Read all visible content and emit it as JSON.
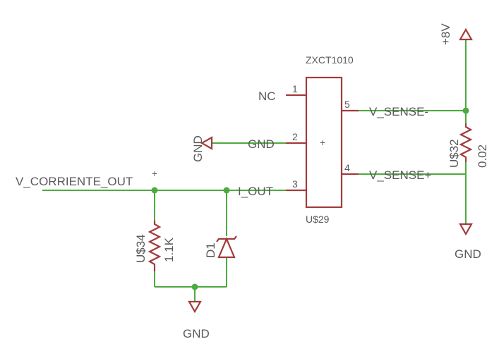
{
  "schematic": {
    "ic": {
      "part": "ZXCT1010",
      "ref": "U$29",
      "center_mark": "+",
      "pins": {
        "p1": "1",
        "p2": "2",
        "p3": "3",
        "p4": "4",
        "p5": "5"
      }
    },
    "nets": {
      "nc": "NC",
      "gnd_pin2": "GND",
      "i_out": "I_OUT",
      "v_sense_minus": "V_SENSE-",
      "v_sense_plus": "V_SENSE+",
      "v_corriente_out": "V_CORRIENTE_OUT",
      "v_corriente_out_mark": "+"
    },
    "power": {
      "supply": "+8V",
      "gnd_left": "GND",
      "gnd_right": "GND",
      "gnd_bottom": "GND"
    },
    "components": {
      "sense_resistor": {
        "ref": "U$32",
        "value": "0.02"
      },
      "load_resistor": {
        "ref": "U$34",
        "value": "1.1K"
      },
      "diode": {
        "ref": "D1"
      }
    },
    "colors": {
      "wire": "#4daa3f",
      "part": "#a33a3a",
      "label": "#5a5a5a",
      "background": "#ffffff"
    }
  }
}
